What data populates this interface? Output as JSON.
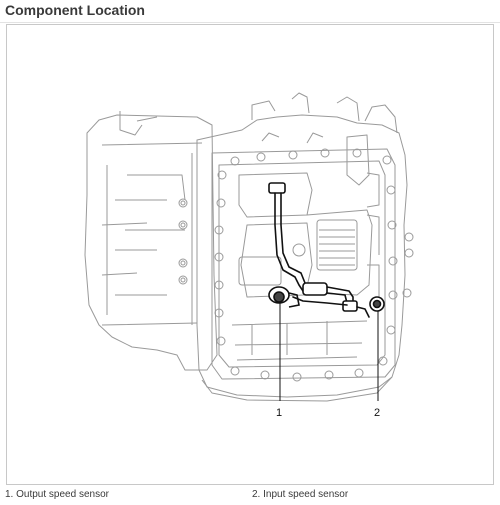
{
  "page": {
    "title": "Component Location"
  },
  "figure": {
    "callouts": [
      {
        "number": "1",
        "part": "Output speed sensor"
      },
      {
        "number": "2",
        "part": "Input speed sensor"
      }
    ]
  },
  "captions": [
    "1. Output speed sensor",
    "2. Input speed sensor"
  ],
  "colors": {
    "line_art": "#8a8a8a",
    "highlight": "#111111",
    "frame": "#c8c8c8"
  }
}
